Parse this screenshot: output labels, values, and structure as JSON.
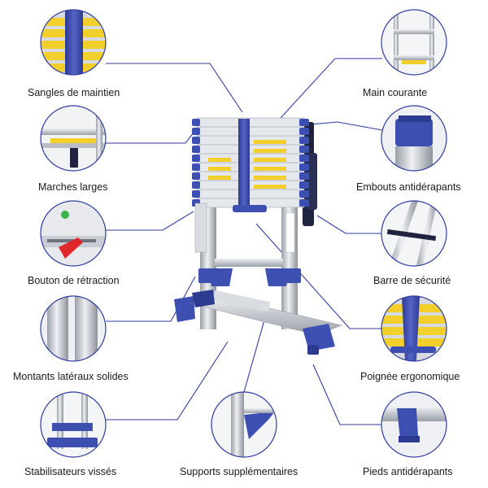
{
  "features": {
    "sangles": "Sangles de maintien",
    "main_courante": "Main courante",
    "marches": "Marches larges",
    "embouts": "Embouts antidérapants",
    "bouton": "Bouton de rétraction",
    "barre": "Barre de sécurité",
    "montants": "Montants latéraux solides",
    "poignee": "Poignée ergonomique",
    "stabilisateurs": "Stabilisateurs vissés",
    "supports": "Supports supplémentaires",
    "pieds": "Pieds antidérapants"
  },
  "colors": {
    "accent_blue": "#3d4fb0",
    "line_blue": "#2f3e9e",
    "aluminium": "#c8ccd2",
    "label_yellow": "#f3cf2c",
    "red_button": "#e0282c",
    "green_dot": "#3cb44b"
  }
}
